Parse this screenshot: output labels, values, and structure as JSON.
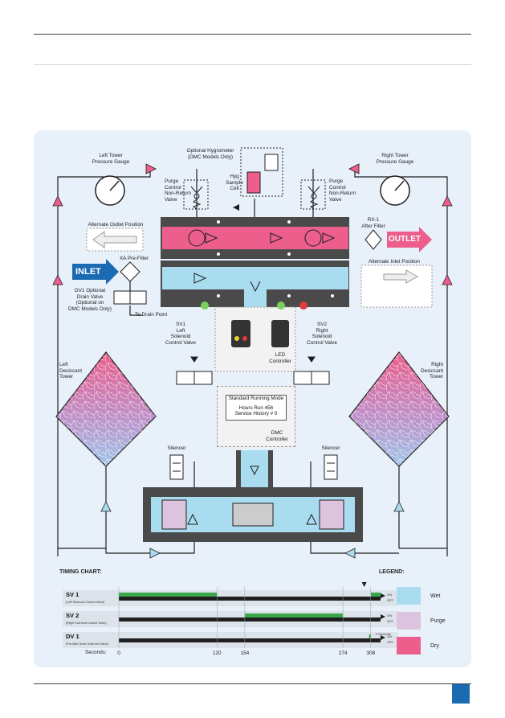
{
  "labels": {
    "left_gauge": "Left Tower\nPressure Gauge",
    "right_gauge": "Right Tower\nPressure Gauge",
    "hygrometer": "Optional Hygrometer\n(DMC Models Only)",
    "hyg_cell": "Hyg\nSample\nCell",
    "purge_left": "Purge\nControl\nNon-Return\nValve",
    "purge_right": "Purge\nControl\nNon-Return\nValve",
    "alt_outlet": "Alternate Outlet Position",
    "alt_inlet": "Alternate Inlet Position",
    "rx1": "RX-1\nAfter Filter",
    "xa": "XA Pre-Filter",
    "dv1": "DV1 Optional\nDrain Valve\n(Optional on\nDMC Models Only)",
    "drain": "To Drain Point",
    "sv1": "SV1\nLeft\nSolenoid\nControl Valve",
    "sv2": "SV2\nRight\nSolenoid\nControl Valve",
    "led": "LED\nController",
    "dmc": "DMC\nController",
    "left_tower": "Left\nDesiccant\nTower",
    "right_tower": "Right\nDesiccant\nTower",
    "silencer_left": "Silencer",
    "silencer_right": "Silencer"
  },
  "inlet_label": "INLET",
  "outlet_label": "OUTLET",
  "dmc_screen": {
    "line1": "Standard Running Mode",
    "line2": "Hours Run   456",
    "line3": "Service History #   0"
  },
  "timing": {
    "title": "TIMING CHART:",
    "seconds_label": "Seconds:",
    "ticks": [
      "0",
      "120",
      "154",
      "274",
      "308"
    ],
    "tick_values": [
      0,
      120,
      154,
      274,
      308
    ],
    "max": 320,
    "on_label": "ON",
    "off_label": "OFF",
    "two_seconds": "2 Seconds",
    "rows": [
      {
        "name": "SV 1",
        "desc": "(Left Solenoid Control Valve)",
        "on": [
          [
            0,
            120
          ],
          [
            308,
            320
          ]
        ]
      },
      {
        "name": "SV 2",
        "desc": "(Right Solenoid Control Valve)",
        "on": [
          [
            154,
            274
          ]
        ]
      },
      {
        "name": "DV 1",
        "desc": "(Pre-filter Drain Solenoid Valve)",
        "on": [
          [
            306,
            308
          ]
        ]
      }
    ]
  },
  "legend": {
    "title": "LEGEND:",
    "items": [
      {
        "label": "Wet",
        "color": "#a9dcef"
      },
      {
        "label": "Purge",
        "color": "#dcc4de"
      },
      {
        "label": "Dry",
        "color": "#ec5f8c"
      }
    ]
  },
  "colors": {
    "wet": "#a9dcef",
    "purge": "#dcc4de",
    "dry": "#ec5f8c",
    "body": "#4a4a4a",
    "on_green": "#3aa84a",
    "bar_black": "#1f1f1f",
    "page_accent": "#1b6bb3"
  }
}
